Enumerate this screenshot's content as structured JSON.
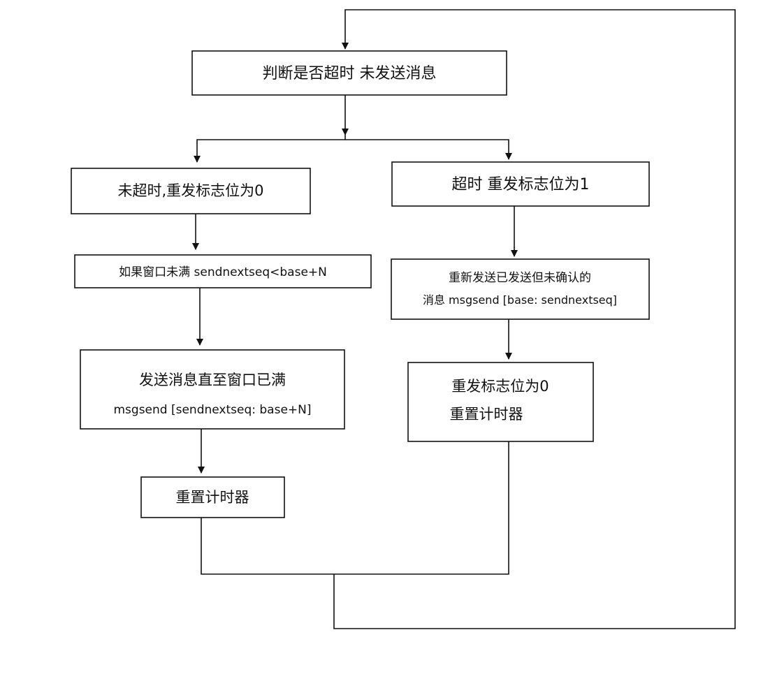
{
  "nodes": {
    "check": {
      "lines": [
        "判断是否超时 未发送消息"
      ]
    },
    "no_timeout": {
      "lines": [
        "未超时,重发标志位为0"
      ]
    },
    "window": {
      "lines": [
        "如果窗口未满 sendnextseq<base+N"
      ]
    },
    "send": {
      "lines": [
        "发送消息直至窗口已满",
        "msgsend [sendnextseq: base+N]"
      ]
    },
    "reset_left": {
      "lines": [
        "重置计时器"
      ]
    },
    "timeout": {
      "lines": [
        "超时 重发标志位为1"
      ]
    },
    "resend": {
      "lines": [
        "重新发送已发送但未确认的",
        "消息 msgsend [base: sendnextseq]"
      ]
    },
    "flag_reset": {
      "lines": [
        "重发标志位为0",
        "重置计时器"
      ]
    }
  },
  "colors": {
    "stroke": "#111111",
    "background": "#ffffff"
  }
}
